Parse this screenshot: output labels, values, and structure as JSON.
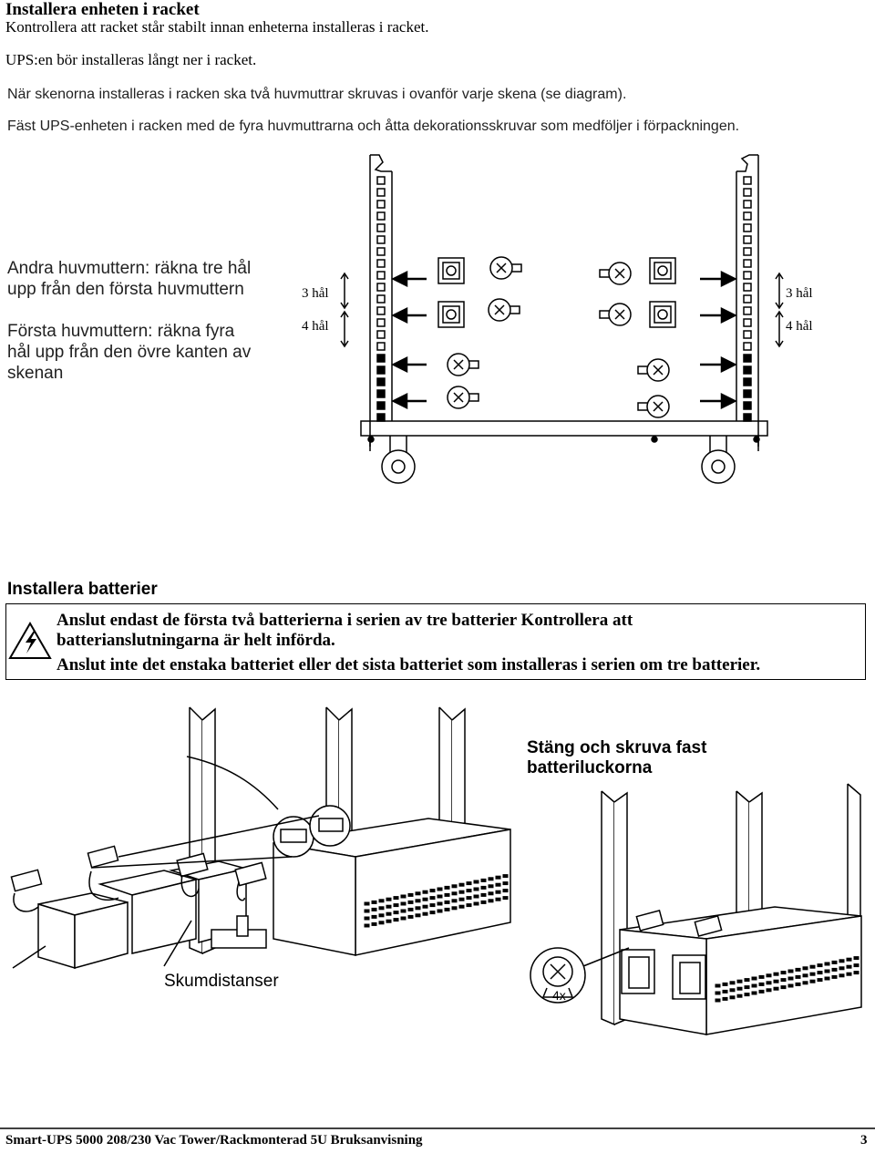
{
  "section1": {
    "heading": "Installera enheten i racket",
    "line1": "Kontrollera att racket står stabilt innan enheterna installeras i racket.",
    "line2": "UPS:en bör installeras långt ner i racket.",
    "line3": "När skenorna installeras i racken ska två huvmuttrar skruvas i ovanför varje skena (se diagram).",
    "line4": "Fäst UPS-enheten i racken med de fyra huvmuttrarna och åtta dekorationsskruvar som medföljer i förpackningen."
  },
  "diagram1": {
    "second_nut_1": "Andra huvmuttern: räkna tre hål",
    "second_nut_2": "upp från den första huvmuttern",
    "first_nut_1": "Första huvmuttern: räkna fyra",
    "first_nut_2": "hål upp från den övre kanten av",
    "first_nut_3": "skenan",
    "left_3": "3 hål",
    "left_4": "4 hål",
    "right_3": "3 hål",
    "right_4": "4 hål"
  },
  "section2": {
    "heading": "Installera batterier",
    "warn1": "Anslut endast de första två batterierna i serien av tre batterier Kontrollera att",
    "warn2": "batterianslutningarna är helt införda.",
    "warn3": "Anslut inte det enstaka batteriet eller det sista batteriet som installeras i serien om tre batterier."
  },
  "diagram2": {
    "close_1": "Stäng och skruva fast",
    "close_2": "batteriluckorna",
    "spacers": "Skumdistanser",
    "screws": "4x"
  },
  "footer": {
    "left": "Smart-UPS 5000  208/230 Vac  Tower/Rackmonterad 5U  Bruksanvisning",
    "page": "3"
  }
}
